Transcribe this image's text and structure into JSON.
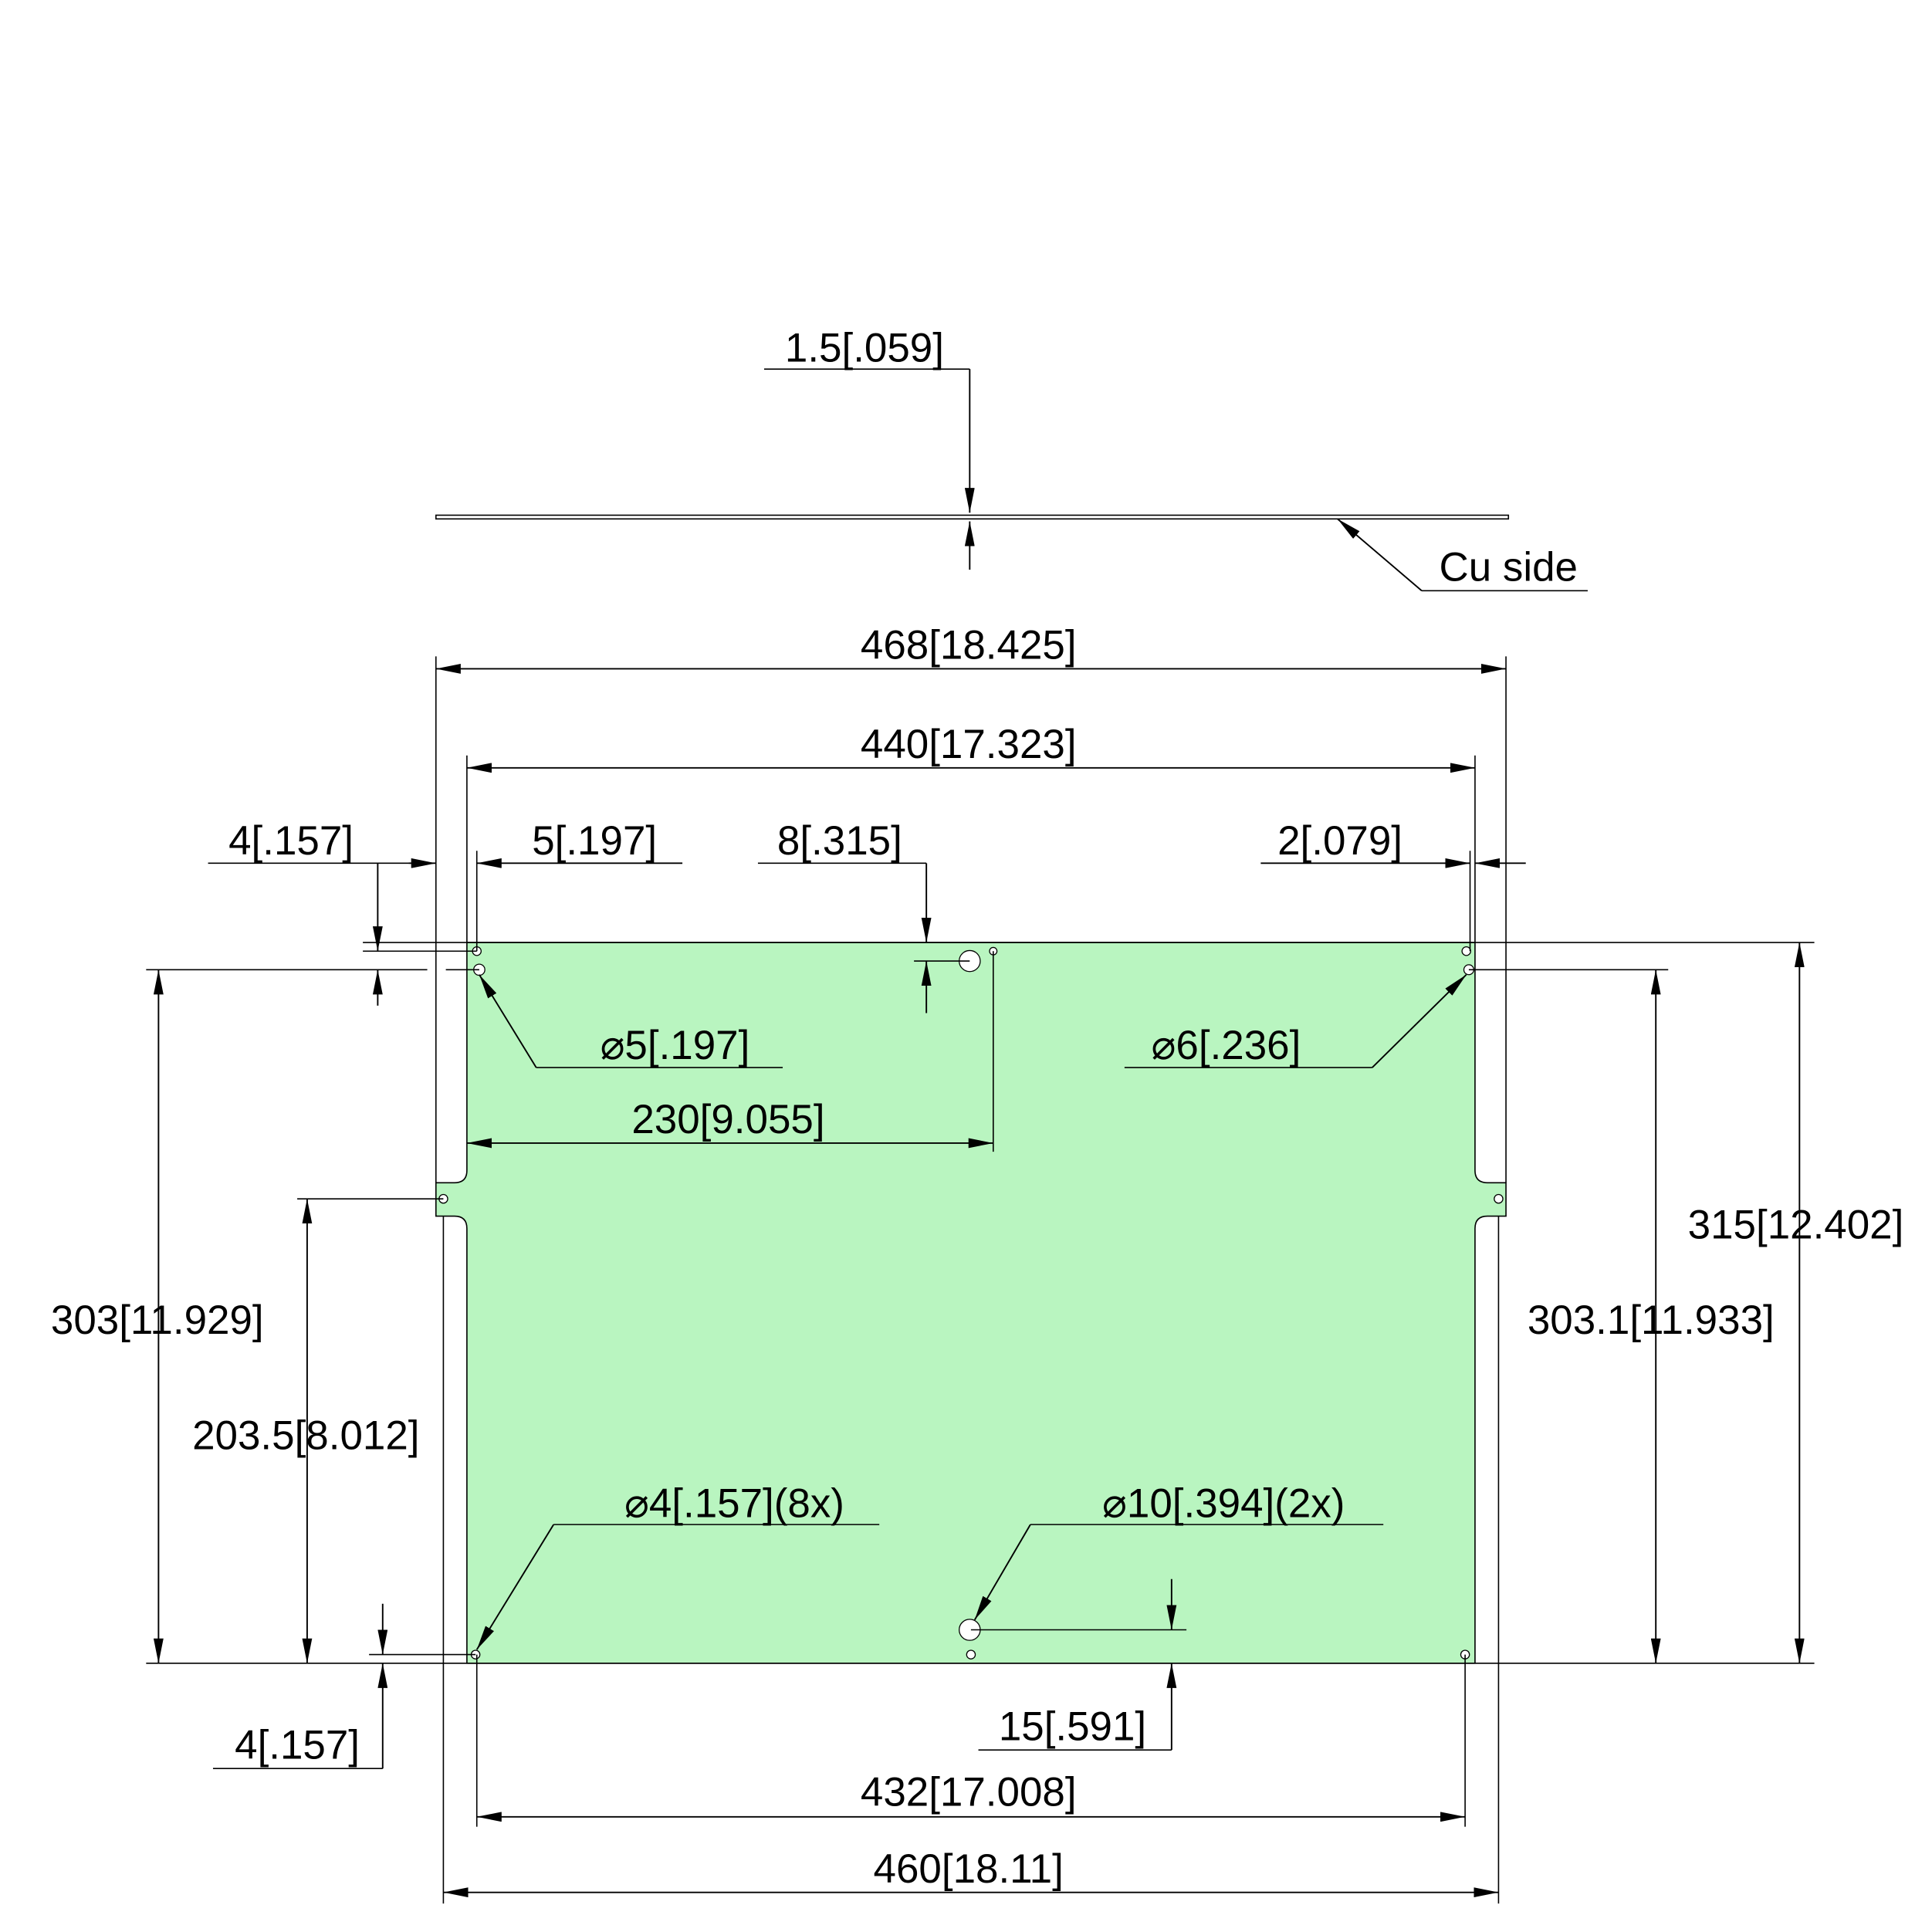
{
  "colors": {
    "board_fill": "#b9f5c0",
    "line": "#000000"
  },
  "side_view": {
    "thickness": "1.5[.059]",
    "note": "Cu side"
  },
  "dimensions": {
    "overall_width": "468[18.425]",
    "board_width": "440[17.323]",
    "tab_left_width": "4[.157]",
    "hole_offset_left": "5[.197]",
    "top_hole_offset": "8[.315]",
    "right_offset": "2[.079]",
    "top_hole_y": "4[.157]",
    "bottom_hole_y": "4[.157]",
    "center_x": "230[9.055]",
    "left_height": "303[11.929]",
    "tab_height": "203.5[8.012]",
    "right_height": "303.1[11.933]",
    "overall_height": "315[12.402]",
    "bottom_hole_offset": "15[.591]",
    "hole_span": "432[17.008]",
    "tab_span": "460[18.11]"
  },
  "callouts": {
    "hole_5": "⌀5[.197]",
    "hole_6": "⌀6[.236]",
    "hole_4": "⌀4[.157](8x)",
    "hole_10": "⌀10[.394](2x)"
  }
}
